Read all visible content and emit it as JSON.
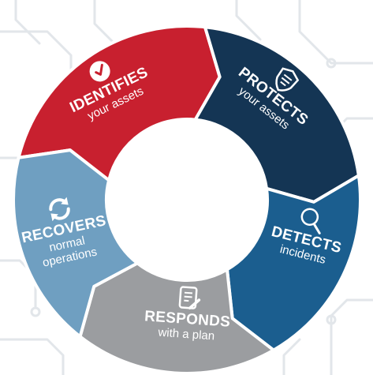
{
  "segments": [
    {
      "id": "identifies",
      "title": "IDENTIFIES",
      "subtitle": "your assets",
      "color": "#c8202f",
      "icon": "checklist-icon"
    },
    {
      "id": "protects",
      "title": "PROTECTS",
      "subtitle": "your assets",
      "color": "#143554",
      "icon": "shield-icon"
    },
    {
      "id": "detects",
      "title": "DETECTS",
      "subtitle": "incidents",
      "color": "#1b5e8f",
      "icon": "magnifier-icon"
    },
    {
      "id": "responds",
      "title": "RESPONDS",
      "subtitle": "with a plan",
      "color": "#9b9da0",
      "icon": "document-pen-icon"
    },
    {
      "id": "recovers",
      "title": "RECOVERS",
      "subtitle_lines": [
        "normal",
        "operations"
      ],
      "color": "#6f9fc1",
      "icon": "refresh-icon"
    }
  ]
}
